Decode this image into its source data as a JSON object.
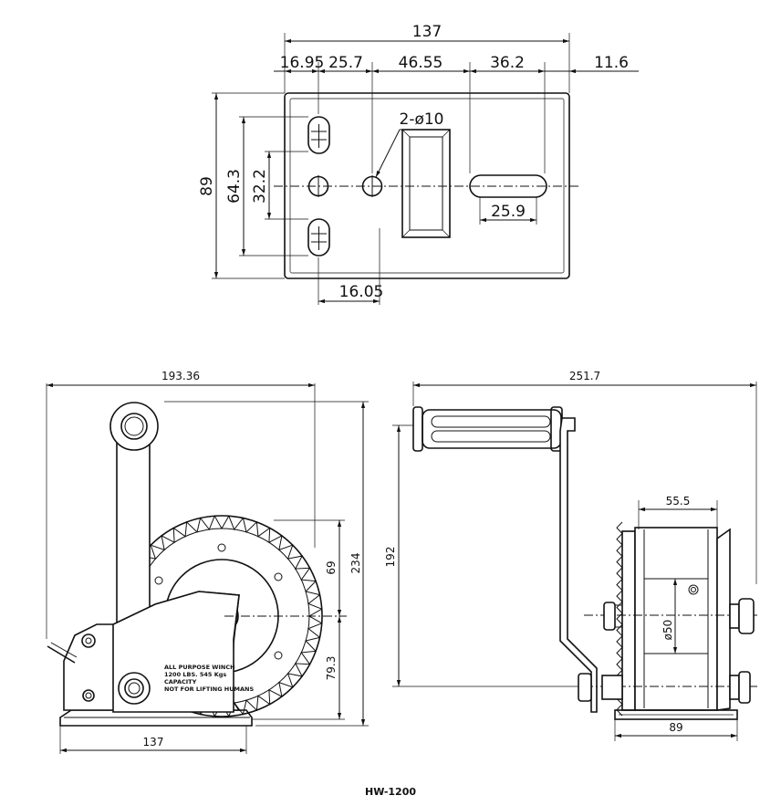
{
  "top_view": {
    "dim_width": "137",
    "dim_a": "16.95",
    "dim_b": "25.7",
    "dim_c": "46.55",
    "dim_d": "36.2",
    "dim_e": "11.6",
    "dim_height": "89",
    "dim_slot_span": "64.3",
    "dim_hole_span": "32.2",
    "dim_holes": "2-ø10",
    "dim_slot_len": "25.9",
    "dim_offset": "16.05"
  },
  "side_view": {
    "dim_width": "193.36",
    "dim_height": "234",
    "dim_upper": "69",
    "dim_lower": "79.3",
    "dim_base": "137",
    "label_line1": "ALL PURPOSE WINCH",
    "label_line2": "1200 LBS. 545 Kgs",
    "label_line3": "CAPACITY",
    "label_line4": "NOT FOR LIFTING HUMANS"
  },
  "front_view": {
    "dim_width": "251.7",
    "dim_height": "192",
    "dim_drum": "55.5",
    "dim_drum_dia": "ø50",
    "dim_base": "89"
  },
  "caption": "HW-1200"
}
